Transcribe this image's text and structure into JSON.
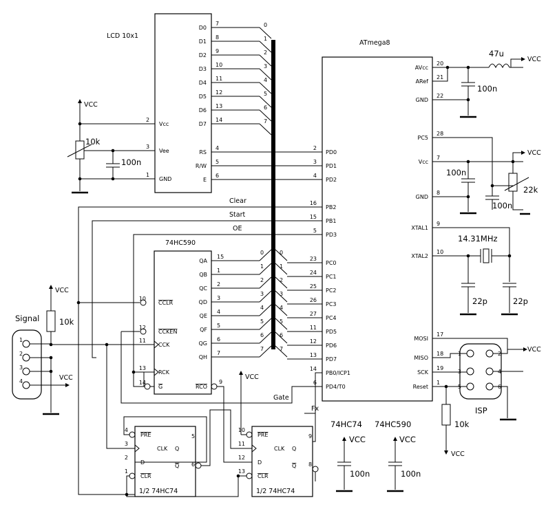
{
  "lcd": {
    "title": "LCD 10x1",
    "data_pins": [
      {
        "label": "D0",
        "num": "7",
        "bus": "0"
      },
      {
        "label": "D1",
        "num": "8",
        "bus": "1"
      },
      {
        "label": "D2",
        "num": "9",
        "bus": "2"
      },
      {
        "label": "D3",
        "num": "10",
        "bus": "3"
      },
      {
        "label": "D4",
        "num": "11",
        "bus": "4"
      },
      {
        "label": "D5",
        "num": "12",
        "bus": "5"
      },
      {
        "label": "D6",
        "num": "13",
        "bus": "6"
      },
      {
        "label": "D7",
        "num": "14",
        "bus": "7"
      }
    ],
    "ctrl_pins": [
      {
        "label": "RS",
        "num": "4"
      },
      {
        "label": "R/W",
        "num": "5"
      },
      {
        "label": "E",
        "num": "6"
      }
    ],
    "left_pins": [
      {
        "label": "Vcc",
        "num": "2"
      },
      {
        "label": "Vee",
        "num": "3"
      },
      {
        "label": "GND",
        "num": "1"
      }
    ],
    "contrast_pot": "10k",
    "decoupling_cap": "100n",
    "supply": "VCC"
  },
  "mcu": {
    "title": "ATmega8",
    "left_pins": [
      {
        "label": "PD0",
        "num": "2"
      },
      {
        "label": "PD1",
        "num": "3"
      },
      {
        "label": "PD2",
        "num": "4"
      },
      {
        "label": "PB2",
        "num": "16"
      },
      {
        "label": "PB1",
        "num": "15"
      },
      {
        "label": "PD3",
        "num": "5"
      },
      {
        "label": "PC0",
        "num": "23"
      },
      {
        "label": "PC1",
        "num": "24"
      },
      {
        "label": "PC2",
        "num": "25"
      },
      {
        "label": "PC3",
        "num": "26"
      },
      {
        "label": "PC4",
        "num": "27"
      },
      {
        "label": "PD5",
        "num": "11"
      },
      {
        "label": "PD6",
        "num": "12"
      },
      {
        "label": "PD7",
        "num": "13"
      },
      {
        "label": "PB0/ICP1",
        "num": "14"
      },
      {
        "label": "PD4/T0",
        "num": "6"
      }
    ],
    "right_pins": [
      {
        "label": "AVcc",
        "num": "20"
      },
      {
        "label": "ARef",
        "num": "21"
      },
      {
        "label": "GND",
        "num": "22"
      },
      {
        "label": "PC5",
        "num": "28"
      },
      {
        "label": "Vcc",
        "num": "7"
      },
      {
        "label": "GND",
        "num": "8"
      },
      {
        "label": "XTAL1",
        "num": "9"
      },
      {
        "label": "XTAL2",
        "num": "10"
      },
      {
        "label": "MOSI",
        "num": "17"
      },
      {
        "label": "MISO",
        "num": "18"
      },
      {
        "label": "SCK",
        "num": "19"
      },
      {
        "label": "Reset",
        "num": "1"
      }
    ]
  },
  "counter": {
    "title": "74HC590",
    "outputs": [
      {
        "label": "QA",
        "num": "15"
      },
      {
        "label": "QB",
        "num": "1"
      },
      {
        "label": "QC",
        "num": "2"
      },
      {
        "label": "QD",
        "num": "3"
      },
      {
        "label": "QE",
        "num": "4"
      },
      {
        "label": "QF",
        "num": "5"
      },
      {
        "label": "QG",
        "num": "6"
      },
      {
        "label": "QH",
        "num": "7"
      }
    ],
    "inputs": [
      {
        "label": "CCLR",
        "num": "10"
      },
      {
        "label": "CCKEN",
        "num": "12"
      },
      {
        "label": "CCK",
        "num": "11"
      },
      {
        "label": "RCK",
        "num": "13"
      },
      {
        "label": "G",
        "num": "14"
      }
    ],
    "rco": {
      "label": "RCO",
      "num": "9"
    }
  },
  "bus_labels": [
    "0",
    "1",
    "2",
    "3",
    "4",
    "5",
    "6",
    "7"
  ],
  "nets": {
    "clear": "Clear",
    "start": "Start",
    "oe": "OE",
    "gate": "Gate",
    "fx": "Fx"
  },
  "flipflops": [
    {
      "title": "1/2 74HC74",
      "pins": {
        "pre": "PRE",
        "clk": "CLK",
        "d": "D",
        "clr": "CLR",
        "q": "Q",
        "qbar": "Q"
      },
      "nums": {
        "pre": "4",
        "clk": "3",
        "d": "2",
        "clr": "1",
        "q": "5",
        "qbar": "6"
      }
    },
    {
      "title": "1/2 74HC74",
      "pins": {
        "pre": "PRE",
        "clk": "CLK",
        "d": "D",
        "clr": "CLR",
        "q": "Q",
        "qbar": "Q"
      },
      "nums": {
        "pre": "10",
        "clk": "11",
        "d": "12",
        "clr": "13",
        "q": "9",
        "qbar": "8"
      }
    }
  ],
  "signal": {
    "title": "Signal",
    "pins": [
      "1",
      "2",
      "3",
      "4"
    ],
    "pullup": "10k"
  },
  "power": {
    "vcc": "VCC",
    "inductor": "47u",
    "avcc_cap": "100n",
    "vcc_cap1": "100n",
    "vcc_cap2": "100n",
    "pot": "22k",
    "crystal": "14.31MHz",
    "xcap1": "22p",
    "xcap2": "22p",
    "reset_res": "10k"
  },
  "isp": {
    "title": "ISP",
    "pins": [
      "1",
      "2",
      "3",
      "4",
      "5",
      "6"
    ]
  },
  "decoupling": [
    {
      "chip": "74HC74",
      "supply": "VCC",
      "cap": "100n"
    },
    {
      "chip": "74HC590",
      "supply": "VCC",
      "cap": "100n"
    }
  ]
}
